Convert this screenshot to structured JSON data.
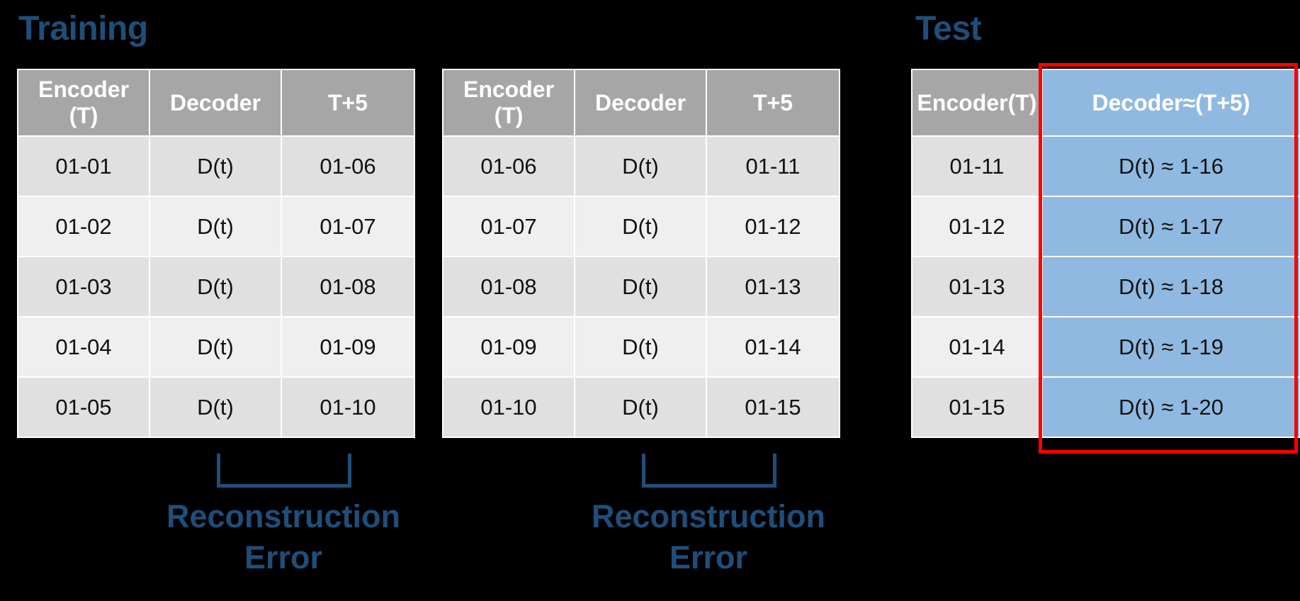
{
  "sections": {
    "training": {
      "title": "Training",
      "bracket_label_line1": "Reconstruction",
      "bracket_label_line2": "Error",
      "tables": [
        {
          "headers": {
            "encoder_line1": "Encoder",
            "encoder_line2": "(T)",
            "decoder": "Decoder",
            "t5": "T+5"
          },
          "rows": [
            {
              "encoder": "01-01",
              "decoder": "D(t)",
              "t5": "01-06"
            },
            {
              "encoder": "01-02",
              "decoder": "D(t)",
              "t5": "01-07"
            },
            {
              "encoder": "01-03",
              "decoder": "D(t)",
              "t5": "01-08"
            },
            {
              "encoder": "01-04",
              "decoder": "D(t)",
              "t5": "01-09"
            },
            {
              "encoder": "01-05",
              "decoder": "D(t)",
              "t5": "01-10"
            }
          ]
        },
        {
          "headers": {
            "encoder_line1": "Encoder",
            "encoder_line2": "(T)",
            "decoder": "Decoder",
            "t5": "T+5"
          },
          "rows": [
            {
              "encoder": "01-06",
              "decoder": "D(t)",
              "t5": "01-11"
            },
            {
              "encoder": "01-07",
              "decoder": "D(t)",
              "t5": "01-12"
            },
            {
              "encoder": "01-08",
              "decoder": "D(t)",
              "t5": "01-13"
            },
            {
              "encoder": "01-09",
              "decoder": "D(t)",
              "t5": "01-14"
            },
            {
              "encoder": "01-10",
              "decoder": "D(t)",
              "t5": "01-15"
            }
          ]
        }
      ]
    },
    "test": {
      "title": "Test",
      "table": {
        "headers": {
          "encoder": "Encoder(T)",
          "decoder": "Decoder≈(T+5)"
        },
        "rows": [
          {
            "encoder": "01-11",
            "decoder": "D(t) ≈ 1-16"
          },
          {
            "encoder": "01-12",
            "decoder": "D(t) ≈ 1-17"
          },
          {
            "encoder": "01-13",
            "decoder": "D(t) ≈ 1-18"
          },
          {
            "encoder": "01-14",
            "decoder": "D(t) ≈ 1-19"
          },
          {
            "encoder": "01-15",
            "decoder": "D(t) ≈ 1-20"
          }
        ]
      }
    }
  },
  "colors": {
    "title_blue": "#1F4E79",
    "header_gray": "#a6a6a6",
    "row_band_a": "#e0e0e0",
    "row_band_b": "#efefef",
    "highlight_blue": "#8fb9e0",
    "highlight_border_red": "#FF0000",
    "background": "#000000"
  }
}
